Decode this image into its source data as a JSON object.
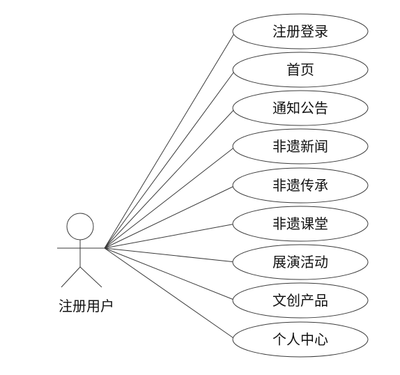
{
  "actor": {
    "name": "注册用户",
    "icon": "stick-figure-icon"
  },
  "use_cases": [
    {
      "label": "注册登录"
    },
    {
      "label": "首页"
    },
    {
      "label": "通知公告"
    },
    {
      "label": "非遗新闻"
    },
    {
      "label": "非遗传承"
    },
    {
      "label": "非遗课堂"
    },
    {
      "label": "展演活动"
    },
    {
      "label": "文创产品"
    },
    {
      "label": "个人中心"
    }
  ]
}
